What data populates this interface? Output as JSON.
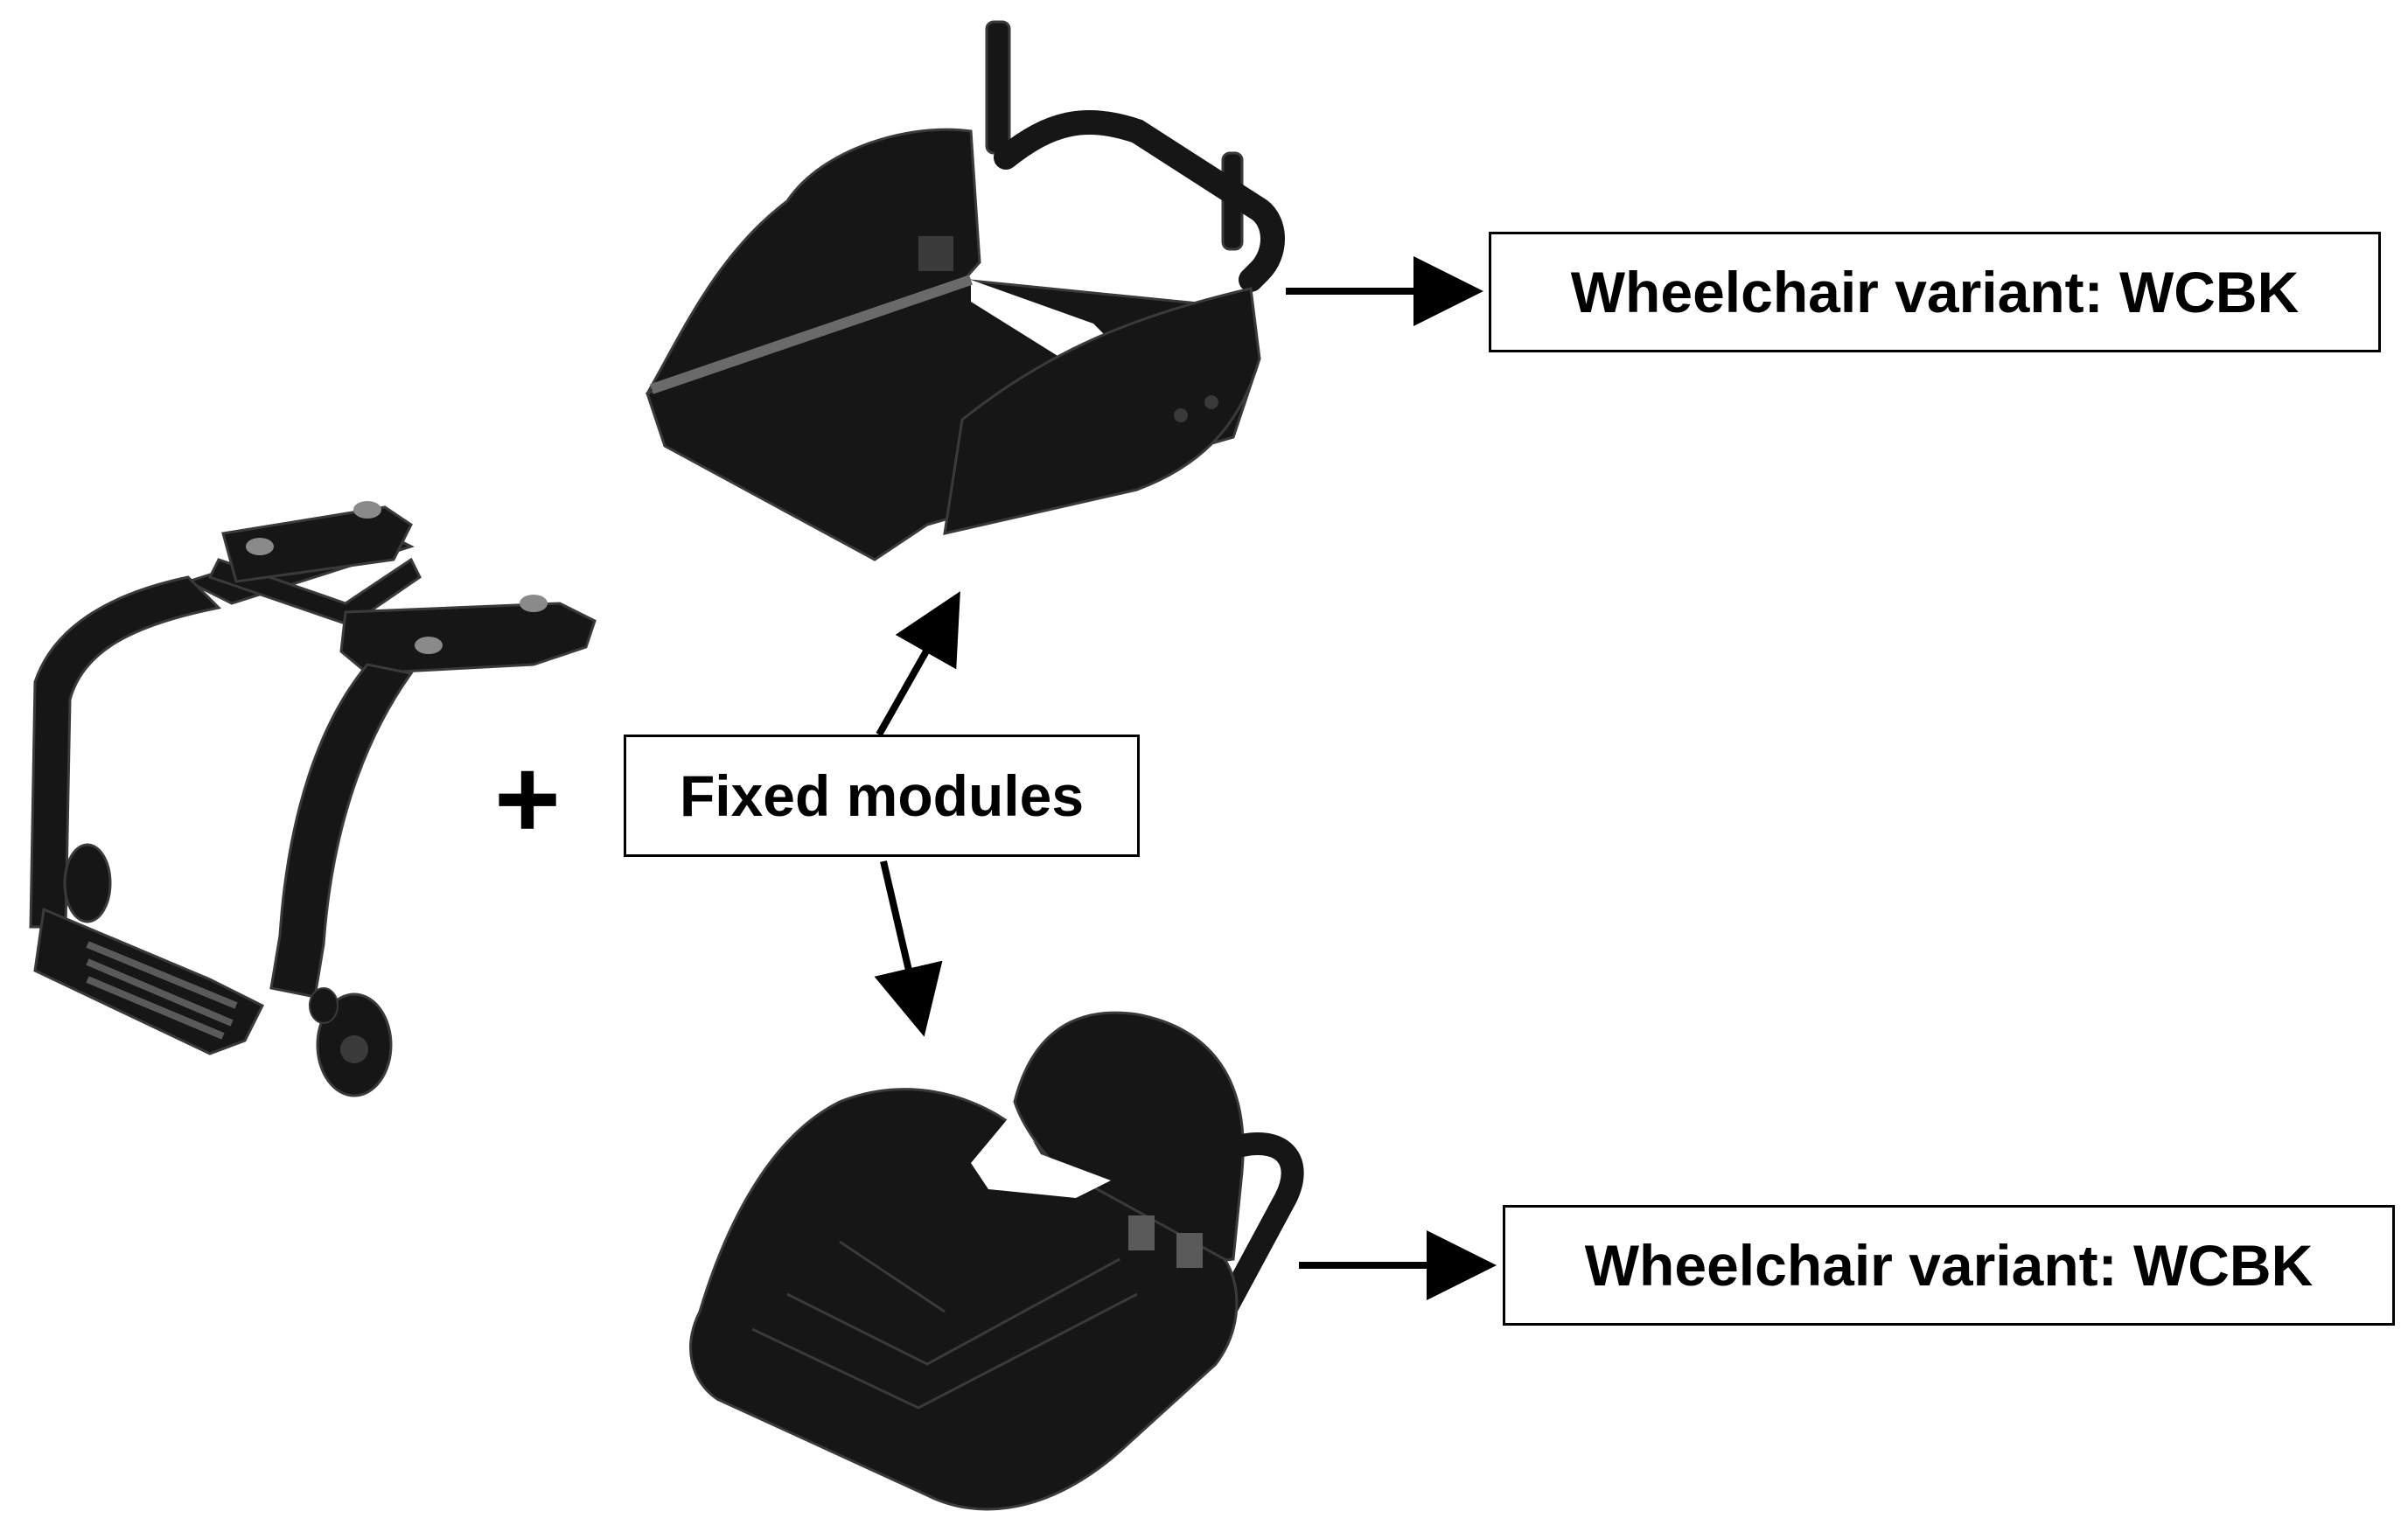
{
  "labels": {
    "fixed_modules": "Fixed modules",
    "variant_top": "Wheelchair variant: WCBK",
    "variant_bottom": "Wheelchair variant: WCBK"
  },
  "symbols": {
    "plus": "+"
  },
  "colors": {
    "part": "#161616",
    "part_edge": "#3a3a3a",
    "highlight": "#5a5a5a",
    "arrow": "#000000"
  },
  "icons": [
    "wheelchair-frame-icon",
    "seat-with-armrests-icon",
    "bucket-seat-with-backrest-icon"
  ]
}
